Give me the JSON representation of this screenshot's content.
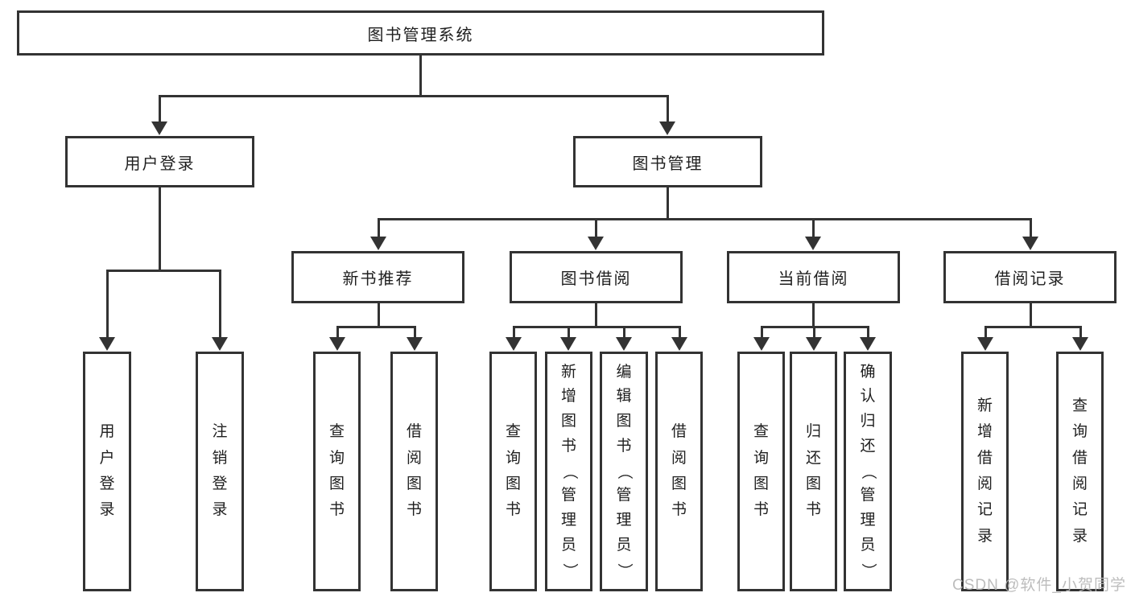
{
  "colors": {
    "line": "#333333",
    "text": "#1f1f1f",
    "background": "#ffffff",
    "watermark": "#b6b6b6"
  },
  "tree": {
    "root": {
      "label": "图书管理系统"
    },
    "branches": [
      {
        "label": "用户登录",
        "children": [
          {
            "label": "用户登录"
          },
          {
            "label": "注销登录"
          }
        ]
      },
      {
        "label": "图书管理",
        "children": [
          {
            "label": "新书推荐",
            "children": [
              {
                "label": "查询图书"
              },
              {
                "label": "借阅图书"
              }
            ]
          },
          {
            "label": "图书借阅",
            "children": [
              {
                "label": "查询图书"
              },
              {
                "label": "新增图书（管理员）"
              },
              {
                "label": "编辑图书（管理员）"
              },
              {
                "label": "借阅图书"
              }
            ]
          },
          {
            "label": "当前借阅",
            "children": [
              {
                "label": "查询图书"
              },
              {
                "label": "归还图书"
              },
              {
                "label": "确认归还（管理员）"
              }
            ]
          },
          {
            "label": "借阅记录",
            "children": [
              {
                "label": "新增借阅记录"
              },
              {
                "label": "查询借阅记录"
              }
            ]
          }
        ]
      }
    ]
  },
  "watermark": {
    "text": "CSDN @软件_小贺同学"
  }
}
